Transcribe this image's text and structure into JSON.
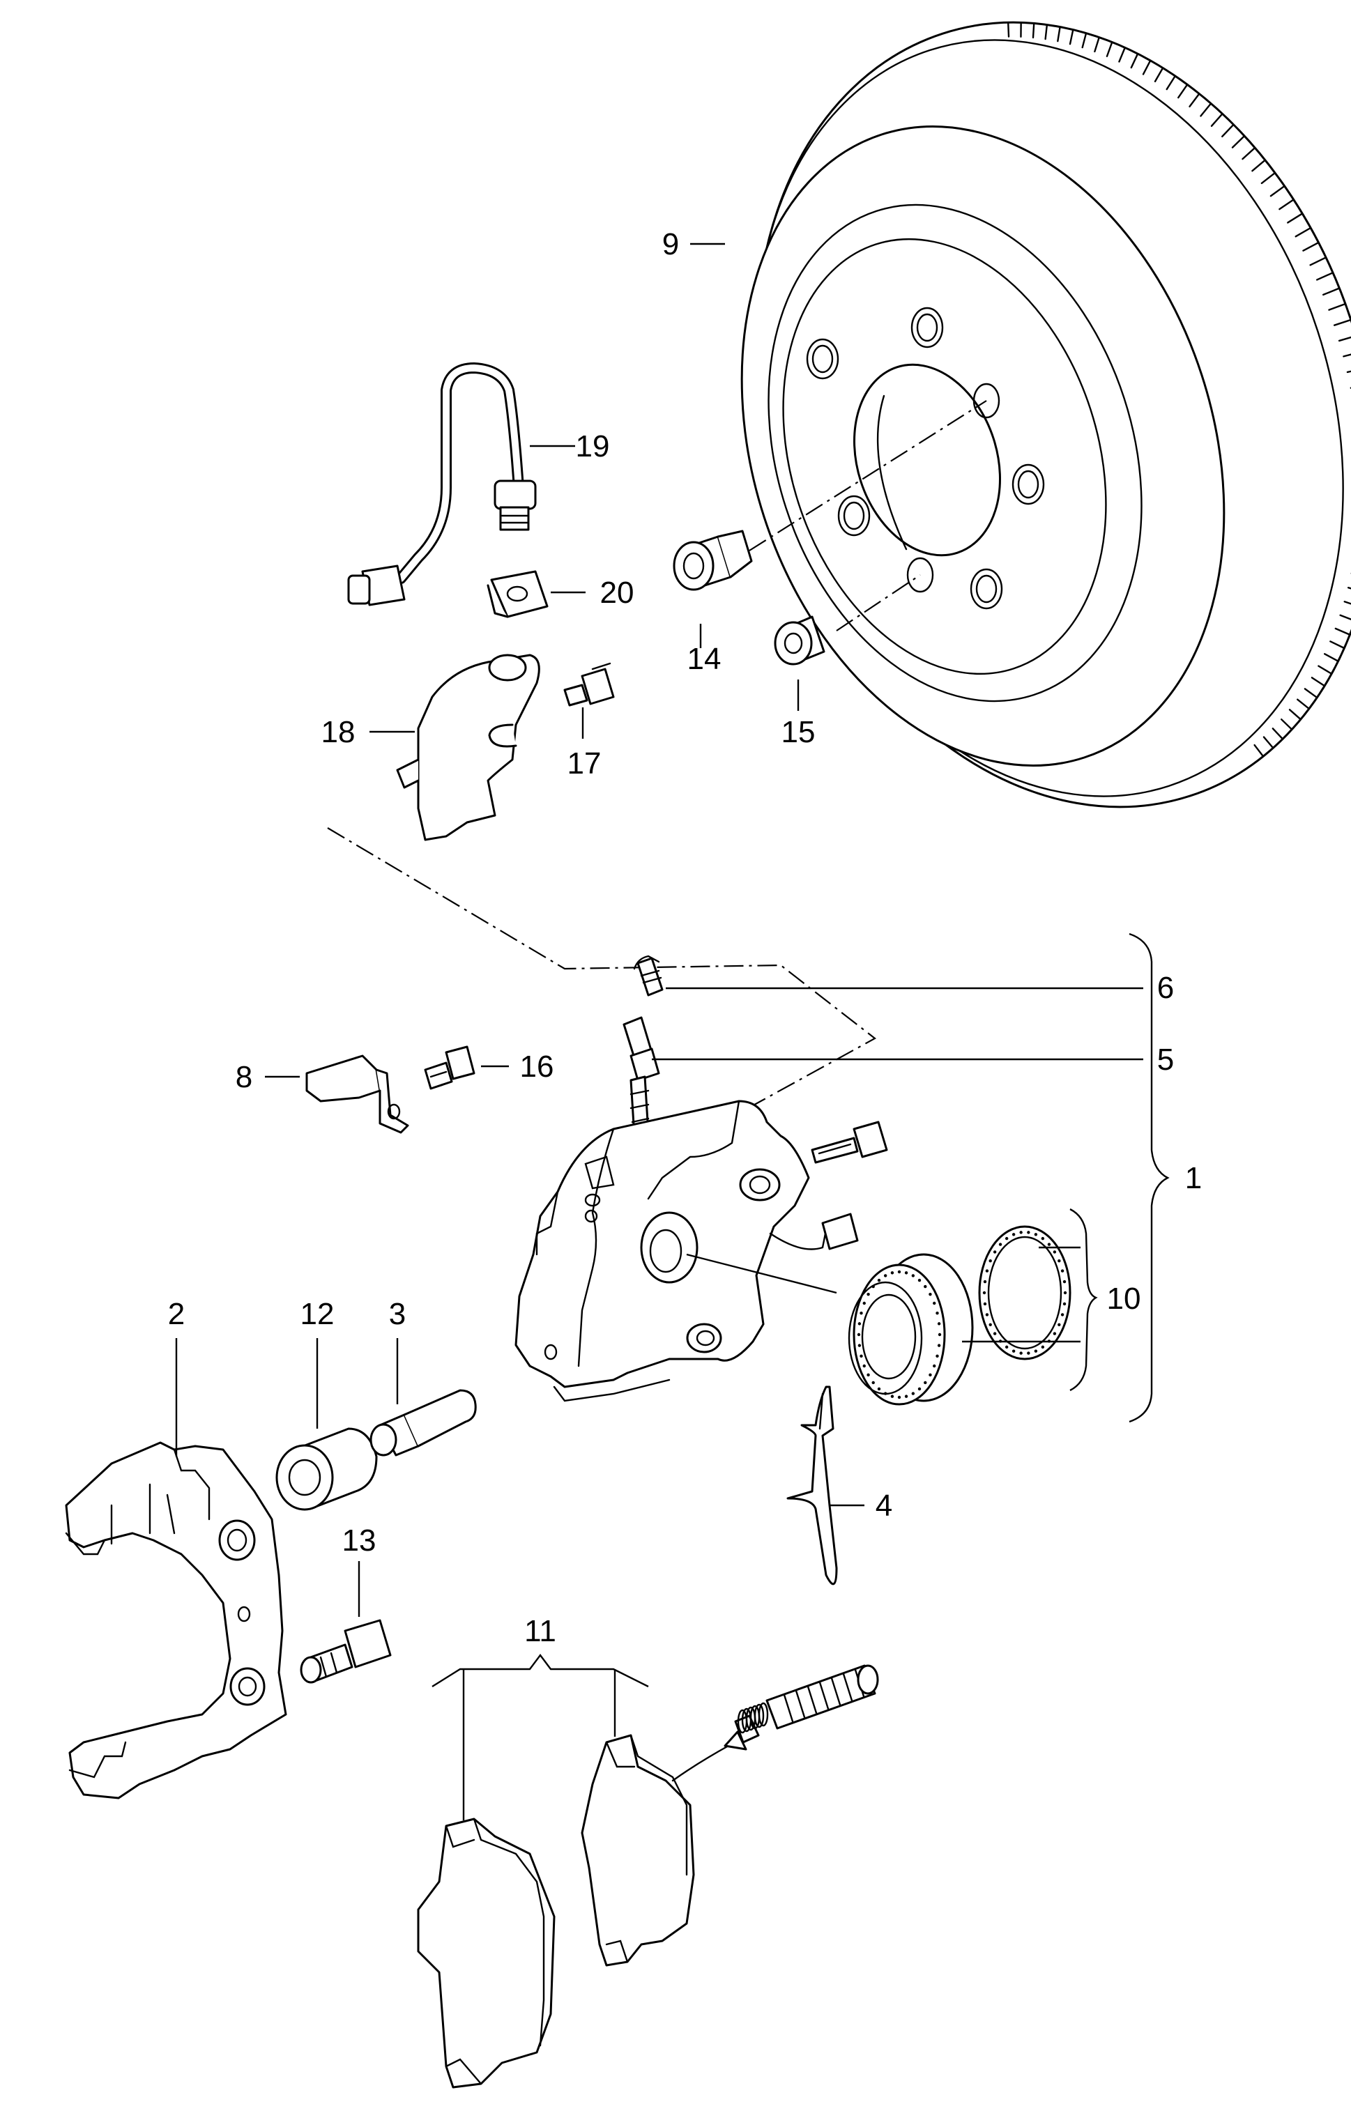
{
  "callouts": [
    {
      "label": "1"
    },
    {
      "label": "2"
    },
    {
      "label": "3"
    },
    {
      "label": "4"
    },
    {
      "label": "5"
    },
    {
      "label": "6"
    },
    {
      "label": "8"
    },
    {
      "label": "9"
    },
    {
      "label": "10"
    },
    {
      "label": "11"
    },
    {
      "label": "12"
    },
    {
      "label": "13"
    },
    {
      "label": "14"
    },
    {
      "label": "15"
    },
    {
      "label": "16"
    },
    {
      "label": "17"
    },
    {
      "label": "18"
    },
    {
      "label": "19"
    },
    {
      "label": "20"
    }
  ]
}
